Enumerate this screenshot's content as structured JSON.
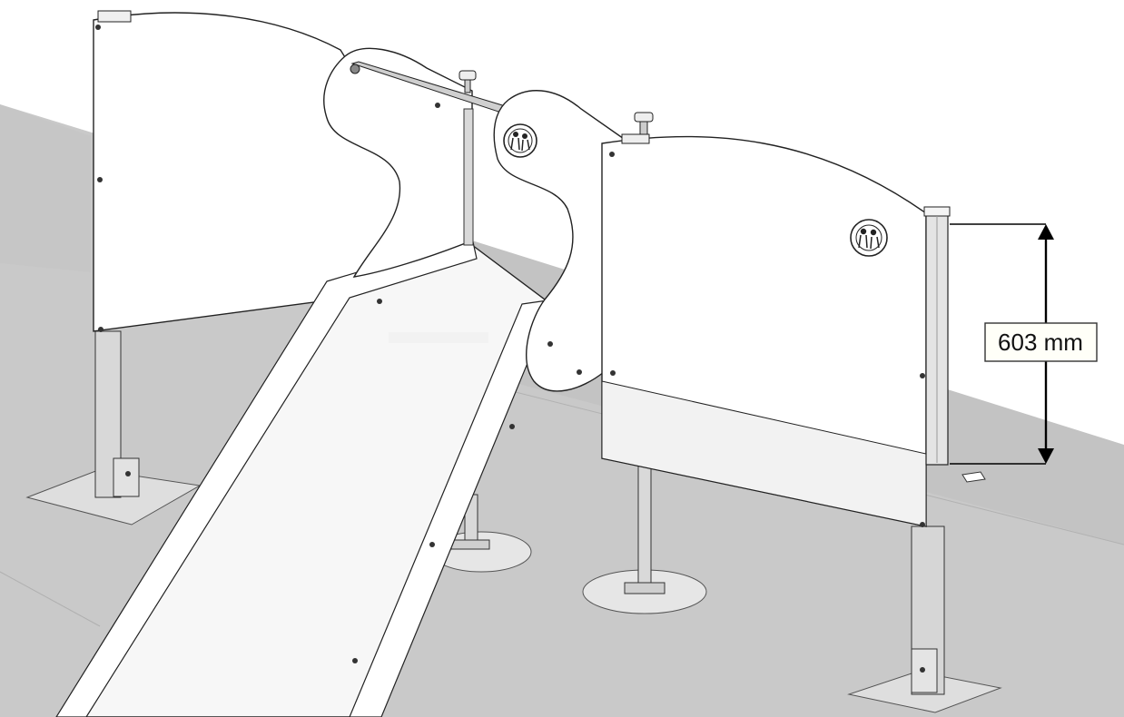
{
  "dimension": {
    "label": "603 mm",
    "value": 603,
    "unit": "mm"
  },
  "colors": {
    "background": "#ffffff",
    "floor": "#c8c8c8",
    "floor_dark": "#b9b9b9",
    "panel_fill": "#ffffff",
    "outline": "#1a1a1a",
    "label_box_fill": "#fffff8"
  },
  "icons": {
    "panel_emblem": "two-children-emblem-icon"
  }
}
